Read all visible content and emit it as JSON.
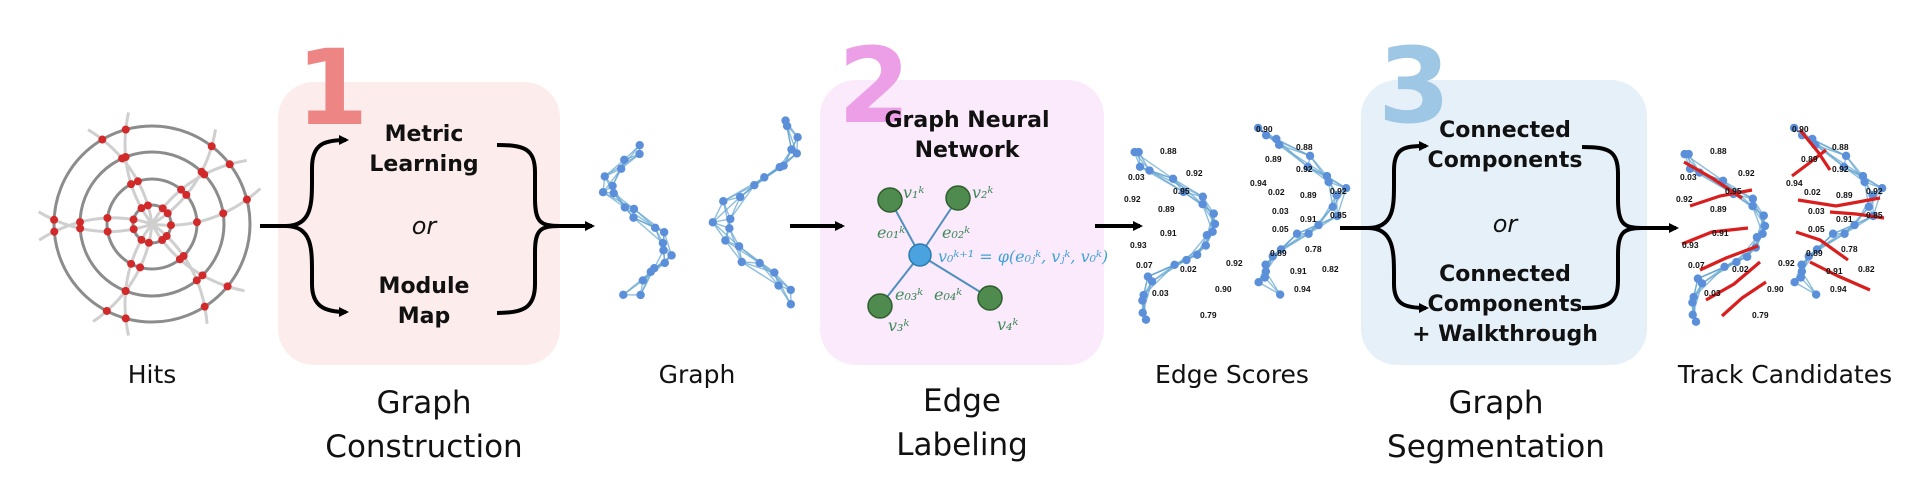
{
  "stages": {
    "hits": "Hits",
    "graph": "Graph",
    "edge_scores": "Edge Scores",
    "track_candidates": "Track Candidates"
  },
  "steps": [
    {
      "number": "1",
      "title_line1": "Graph",
      "title_line2": "Construction",
      "color": "#ee8585",
      "box_color": "#fdecec"
    },
    {
      "number": "2",
      "title_line1": "Edge",
      "title_line2": "Labeling",
      "color": "#ec9ee6",
      "box_color": "#fbeafb"
    },
    {
      "number": "3",
      "title_line1": "Graph",
      "title_line2": "Segmentation",
      "color": "#9ec7e6",
      "box_color": "#e6f0f9"
    }
  ],
  "box1": {
    "option_a_line1": "Metric",
    "option_a_line2": "Learning",
    "or": "or",
    "option_b_line1": "Module",
    "option_b_line2": "Map"
  },
  "box2": {
    "title_line1": "Graph Neural",
    "title_line2": "Network",
    "update_rule": "v₀ᵏ⁺¹ = φ(e₀ⱼᵏ, vⱼᵏ, v₀ᵏ)",
    "node_labels": [
      "v₁ᵏ",
      "v₂ᵏ",
      "v₃ᵏ",
      "v₄ᵏ"
    ],
    "edge_labels": [
      "e₀₁ᵏ",
      "e₀₂ᵏ",
      "e₀₃ᵏ",
      "e₀₄ᵏ"
    ]
  },
  "box3": {
    "option_a_line1": "Connected",
    "option_a_line2": "Components",
    "or": "or",
    "option_b_line1": "Connected",
    "option_b_line2": "Components",
    "option_b_line3": "+ Walkthrough"
  },
  "edge_score_labels": [
    "0.88",
    "0.03",
    "0.92",
    "0.92",
    "0.95",
    "0.89",
    "0.91",
    "0.93",
    "0.07",
    "0.02",
    "0.92",
    "0.03",
    "0.90",
    "0.79",
    "0.90",
    "0.88",
    "0.89",
    "0.92",
    "0.94",
    "0.02",
    "0.89",
    "0.92",
    "0.03",
    "0.91",
    "0.85",
    "0.05",
    "0.89",
    "0.78",
    "0.91",
    "0.82",
    "0.94"
  ],
  "colors": {
    "node": "#5b8fd9",
    "edge": "#5fa3cf",
    "hit": "#d22a2a",
    "track": "#d91e1e",
    "gnn_node": "#4f8a4f",
    "gnn_center": "#4aa3df",
    "gnn_text": "#3f8a5a",
    "gnn_rule": "#3fa2d6"
  }
}
